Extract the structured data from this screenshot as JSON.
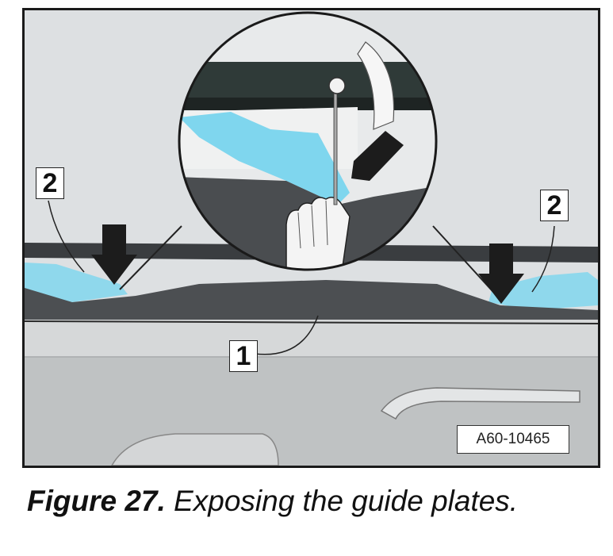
{
  "figure": {
    "callouts": {
      "part1": "1",
      "part2_left": "2",
      "part2_right": "2"
    },
    "reference_code": "A60-10465"
  },
  "caption": {
    "number": "Figure 27.",
    "text": " Exposing the guide plates."
  },
  "colors": {
    "guide_plate": "#7fd6ee",
    "panel_dark": "#4a4d50",
    "headliner_light": "#d9dbdc",
    "arrow": "#1c1c1c"
  }
}
